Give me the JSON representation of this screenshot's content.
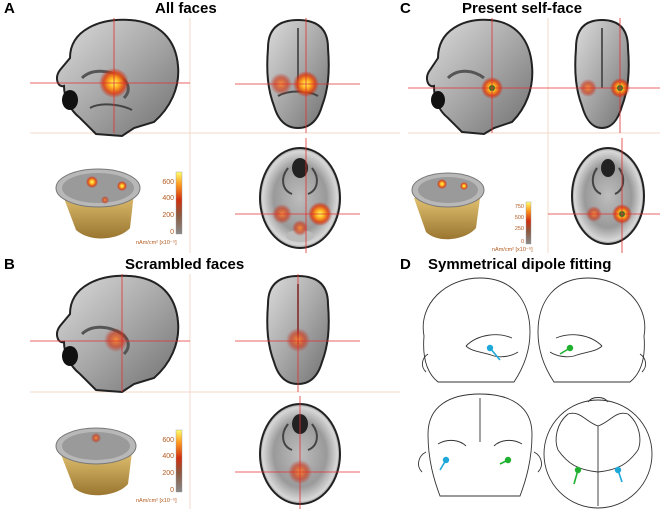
{
  "panels": [
    {
      "letter": "A",
      "title": "All faces",
      "colorbar": {
        "ticks": [
          "600",
          "400",
          "200",
          "0"
        ],
        "unit": "nAm/cm² [x10⁻⁵]"
      }
    },
    {
      "letter": "B",
      "title": "Scrambled faces",
      "colorbar": {
        "ticks": [
          "600",
          "400",
          "200",
          "0"
        ],
        "unit": "nAm/cm² [x10⁻⁵]"
      }
    },
    {
      "letter": "C",
      "title": "Present self-face",
      "colorbar": {
        "ticks": [
          "750",
          "500",
          "250",
          "0"
        ],
        "unit": "nAm/cm² [x10⁻⁵]"
      }
    },
    {
      "letter": "D",
      "title": "Symmetrical dipole fitting"
    }
  ],
  "colors": {
    "crosshair": "#e03030",
    "hot_core": "#ffff40",
    "hot_mid": "#ff8c1a",
    "hot_edge": "#c03018",
    "dipole_left": "#1ea8d8",
    "dipole_right": "#20b030",
    "outline": "#333333",
    "head3d": "#c9a45a"
  }
}
